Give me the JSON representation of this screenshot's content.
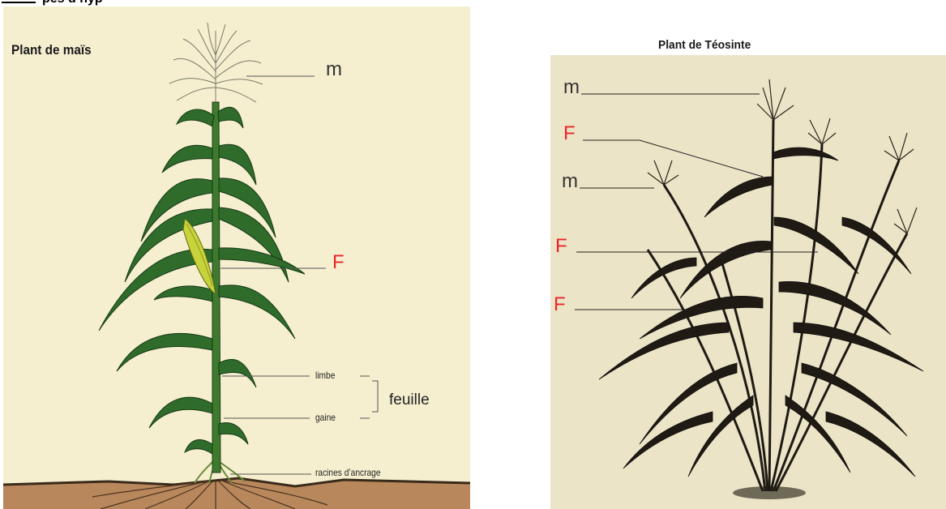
{
  "header": {
    "text": "pes d’hyp"
  },
  "mais": {
    "title": "Plant de maïs",
    "labels": {
      "m": "m",
      "F": "F",
      "limbe": "limbe",
      "gaine": "gaine",
      "feuille": "feuille",
      "racines": "racines d’ancrage"
    }
  },
  "teosinte": {
    "title": "Plant de Téosinte",
    "labels": [
      "m",
      "F",
      "m",
      "F",
      "F"
    ]
  },
  "colors": {
    "mais_background": "#f5efd0",
    "teosinte_background": "#ece4c7",
    "soil": "#b8875b",
    "leaf": "#2f6b2a",
    "ear": "#c8d23a",
    "label_red": "#e8262a"
  }
}
